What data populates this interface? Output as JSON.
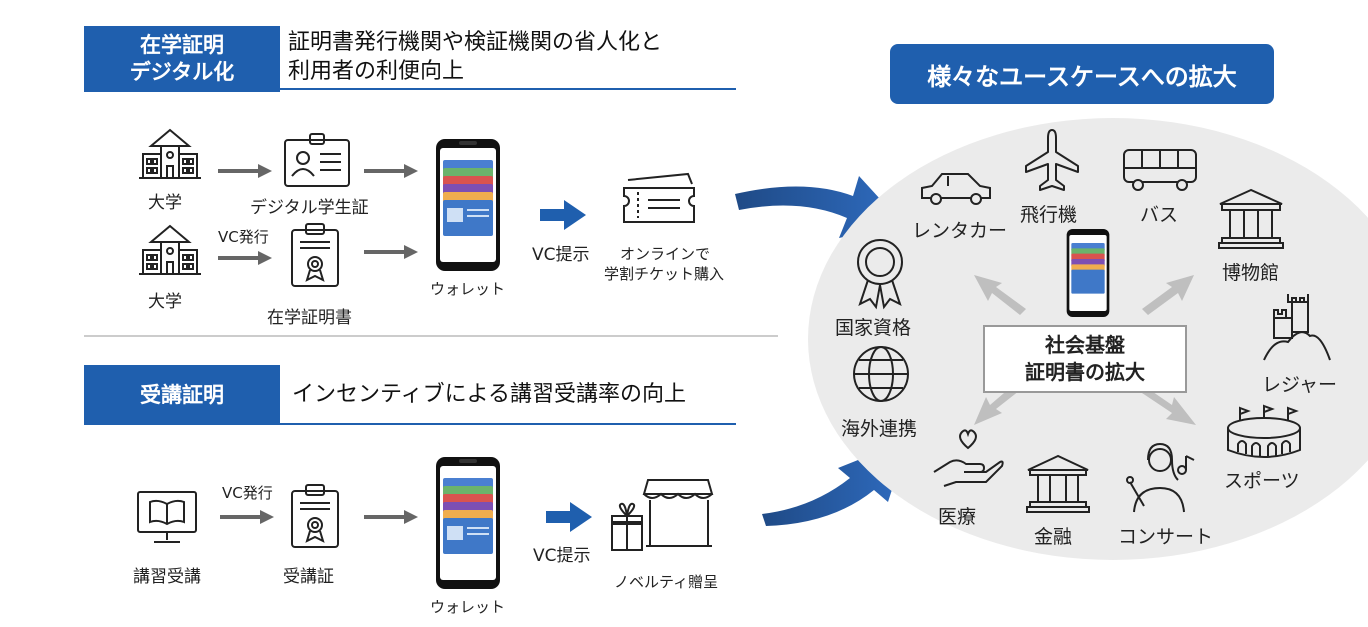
{
  "section1": {
    "tag_line1": "在学証明",
    "tag_line2": "デジタル化",
    "heading_line1": "証明書発行機関や検証機関の省人化と",
    "heading_line2": "利用者の利便向上",
    "university1": "大学",
    "university2": "大学",
    "digital_student_id": "デジタル学生証",
    "vc_issue": "VC発行",
    "enrollment_cert": "在学証明書",
    "wallet": "ウォレット",
    "vc_present": "VC提示",
    "online_line1": "オンラインで",
    "online_line2": "学割チケット購入"
  },
  "section2": {
    "tag": "受講証明",
    "heading": "インセンティブによる講習受講率の向上",
    "course": "講習受講",
    "vc_issue": "VC発行",
    "attendance_cert": "受講証",
    "wallet": "ウォレット",
    "vc_present": "VC提示",
    "novelty": "ノベルティ贈呈"
  },
  "right": {
    "title": "様々なユースケースへの拡大",
    "center_line1": "社会基盤",
    "center_line2": "証明書の拡大",
    "items": {
      "rental_car": "レンタカー",
      "airplane": "飛行機",
      "bus": "バス",
      "museum": "博物館",
      "national_qual": "国家資格",
      "leisure": "レジャー",
      "overseas": "海外連携",
      "sports": "スポーツ",
      "medical": "医療",
      "finance": "金融",
      "concert": "コンサート"
    }
  },
  "colors": {
    "brand_blue": "#1f5fae",
    "arrow_gray": "#666666",
    "ellipse_bg": "#ebebeb"
  }
}
